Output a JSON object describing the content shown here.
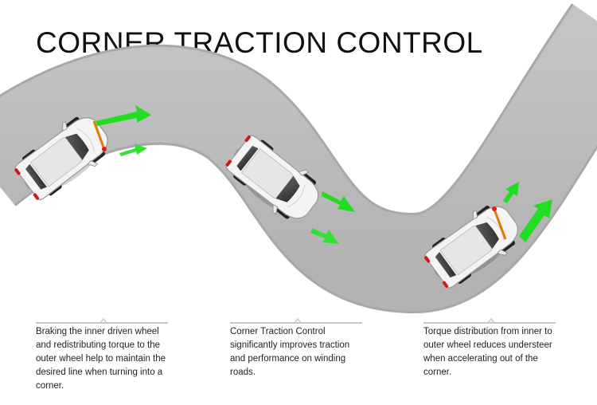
{
  "title": "CORNER TRACTION CONTROL",
  "captions": [
    "Braking the inner driven wheel and redistributing torque to the outer wheel help to maintain the desired line when turning into a corner.",
    "Corner Traction Control significantly improves traction and performance on winding roads.",
    "Torque distribution from inner to outer wheel reduces understeer when accelerating out of the corner."
  ],
  "colors": {
    "road": "#b9b9b9",
    "road_edge": "#a9a9a9",
    "car": "#f2f2f2",
    "arrow_green": "#22dd22",
    "brake_red": "#e21b1b",
    "torque_orange": "#e07a00"
  }
}
